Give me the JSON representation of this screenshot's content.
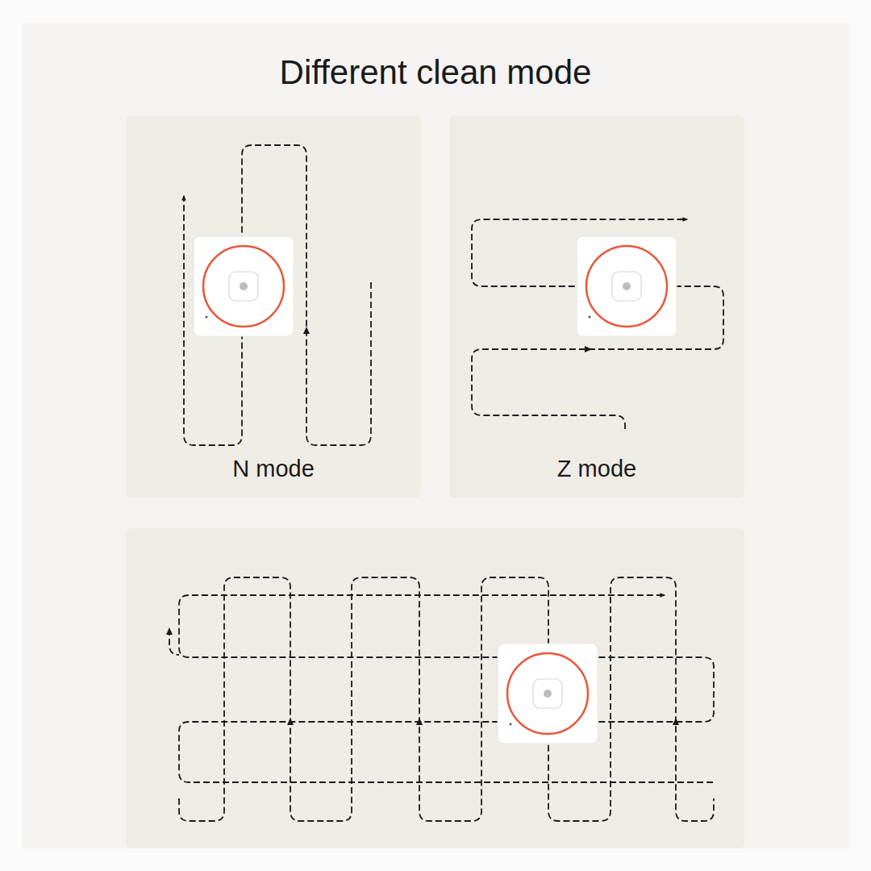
{
  "diagram": {
    "title": "Different clean mode",
    "nodes": [
      {
        "text": [
          "N mode"
        ]
      },
      {
        "text": [
          "Z mode"
        ]
      }
    ]
  }
}
